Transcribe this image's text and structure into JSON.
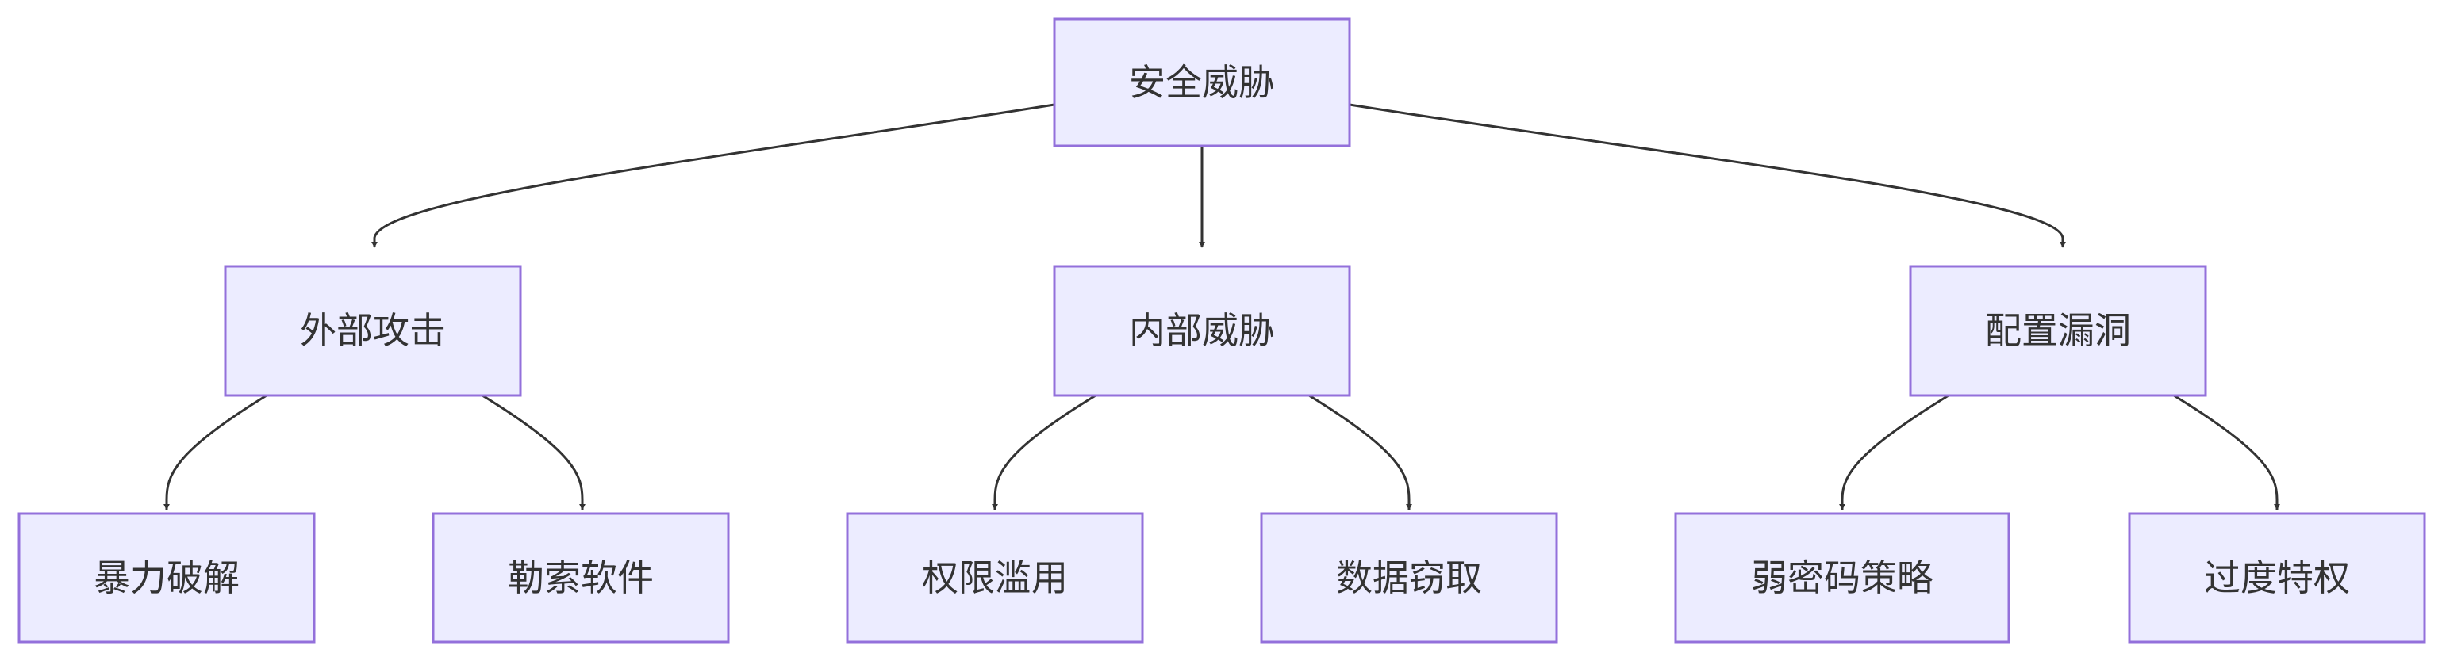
{
  "colors": {
    "node_fill": "#ECECFF",
    "node_border": "#9370DB",
    "edge": "#333333",
    "text": "#333333"
  },
  "nodes": {
    "root": {
      "label": "安全威胁"
    },
    "external": {
      "label": "外部攻击"
    },
    "internal": {
      "label": "内部威胁"
    },
    "config": {
      "label": "配置漏洞"
    },
    "bruteforce": {
      "label": "暴力破解"
    },
    "ransomware": {
      "label": "勒索软件"
    },
    "privilege_abuse": {
      "label": "权限滥用"
    },
    "data_theft": {
      "label": "数据窃取"
    },
    "weak_password": {
      "label": "弱密码策略"
    },
    "excess_privilege": {
      "label": "过度特权"
    }
  },
  "edges": [
    {
      "from": "root",
      "to": "external"
    },
    {
      "from": "root",
      "to": "internal"
    },
    {
      "from": "root",
      "to": "config"
    },
    {
      "from": "external",
      "to": "bruteforce"
    },
    {
      "from": "external",
      "to": "ransomware"
    },
    {
      "from": "internal",
      "to": "privilege_abuse"
    },
    {
      "from": "internal",
      "to": "data_theft"
    },
    {
      "from": "config",
      "to": "weak_password"
    },
    {
      "from": "config",
      "to": "excess_privilege"
    }
  ]
}
